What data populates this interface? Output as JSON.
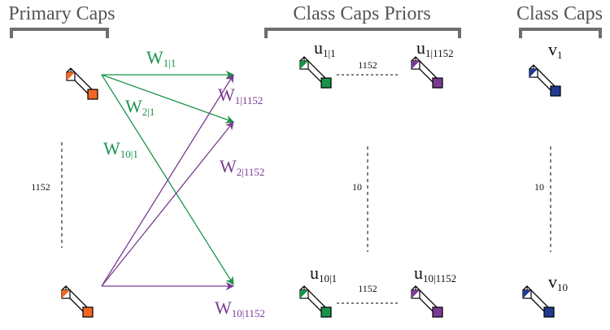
{
  "headers": {
    "primary": "Primary Caps",
    "priors": "Class Caps Priors",
    "class": "Class Caps"
  },
  "colors": {
    "green": "#19934a",
    "purple": "#7a3b93",
    "orange": "#f26522",
    "blue": "#1f3a8f",
    "text": "#111111",
    "header": "#555555",
    "bracket": "#6e6e6e"
  },
  "weights": {
    "green": [
      {
        "base": "W",
        "sub": "1|1"
      },
      {
        "base": "W",
        "sub": "2|1"
      },
      {
        "base": "W",
        "sub": "10|1"
      }
    ],
    "purple": [
      {
        "base": "W",
        "sub": "1|1152"
      },
      {
        "base": "W",
        "sub": "2|1152"
      },
      {
        "base": "W",
        "sub": "10|1152"
      }
    ]
  },
  "priors": [
    {
      "base": "u",
      "sub": "1|1",
      "color": "green"
    },
    {
      "base": "u",
      "sub": "1|1152",
      "color": "purple"
    },
    {
      "base": "u",
      "sub": "10|1",
      "color": "green"
    },
    {
      "base": "u",
      "sub": "10|1152",
      "color": "purple"
    }
  ],
  "outputs": [
    {
      "base": "v",
      "sub": "1"
    },
    {
      "base": "v",
      "sub": "10"
    }
  ],
  "counts": {
    "primary_vertical": "1152",
    "priors_top_h": "1152",
    "priors_bottom_h": "1152",
    "priors_vertical": "10",
    "class_vertical": "10"
  }
}
